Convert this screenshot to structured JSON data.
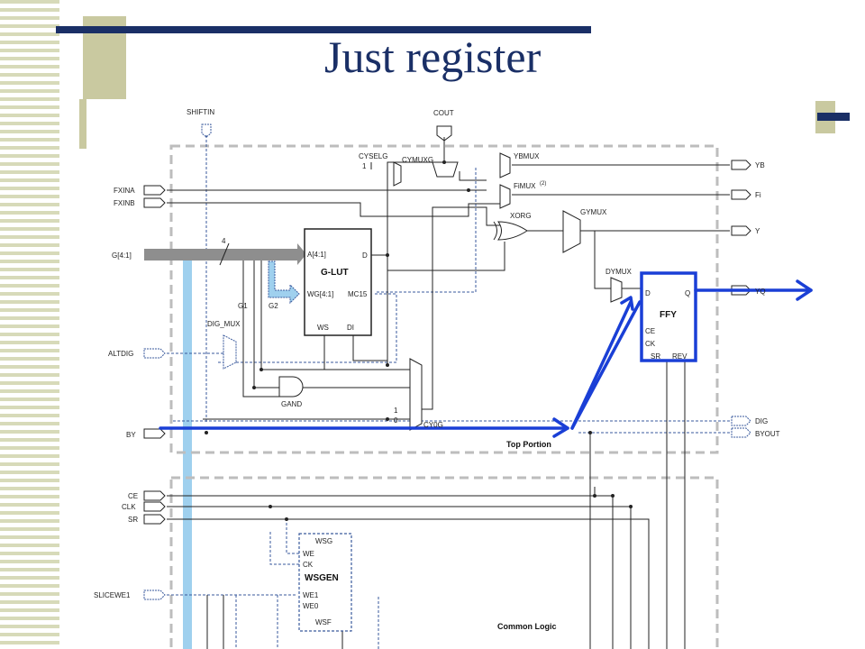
{
  "slide": {
    "title": "Just register"
  },
  "diagram": {
    "signals": {
      "shiftin": "SHIFTIN",
      "cout": "COUT",
      "cyselg": "CYSELG",
      "cyselg_val": "1",
      "cymuxg": "CYMUXG",
      "ybmux": "YBMUX",
      "fimux": "FiMUX",
      "fimux_sup": "(2)",
      "xorg": "XORG",
      "gymux": "GYMUX",
      "yb": "YB",
      "fi": "Fi",
      "y": "Y",
      "yq": "YQ",
      "fxina": "FXINA",
      "fxinb": "FXINB",
      "g_bus": "G[4:1]",
      "bus_width": "4",
      "g1": "G1",
      "g2": "G2",
      "dig_mux": "DIG_MUX",
      "altdig": "ALTDIG",
      "gand": "GAND",
      "by": "BY",
      "cy0g": "CY0G",
      "one": "1",
      "zero": "0",
      "dig": "DIG",
      "byout": "BYOUT",
      "dymux": "DYMUX",
      "ce": "CE",
      "clk": "CLK",
      "sr": "SR",
      "slicewe1": "SLICEWE1"
    },
    "blocks": {
      "glut": {
        "name": "G-LUT",
        "pin_a": "A[4:1]",
        "pin_d": "D",
        "pin_wg": "WG[4:1]",
        "pin_mc": "MC15",
        "pin_ws": "WS",
        "pin_di": "DI"
      },
      "ffy": {
        "name": "FFY",
        "pin_d": "D",
        "pin_q": "Q",
        "pin_ce": "CE",
        "pin_ck": "CK",
        "pin_sr": "SR",
        "pin_rev": "REV"
      },
      "wsgen": {
        "name": "WSGEN",
        "pin_wsg": "WSG",
        "pin_we": "WE",
        "pin_ck": "CK",
        "pin_we1": "WE1",
        "pin_we0": "WE0",
        "pin_wsf": "WSF"
      }
    },
    "regions": {
      "top": "Top Portion",
      "common": "Common Logic"
    },
    "colors": {
      "highlight": "#1a3fd6",
      "dashed": "#3a5a9c",
      "bus": "#8e8e8e",
      "title": "#1a2f66",
      "shift_bar": "#9fd0ee"
    }
  }
}
